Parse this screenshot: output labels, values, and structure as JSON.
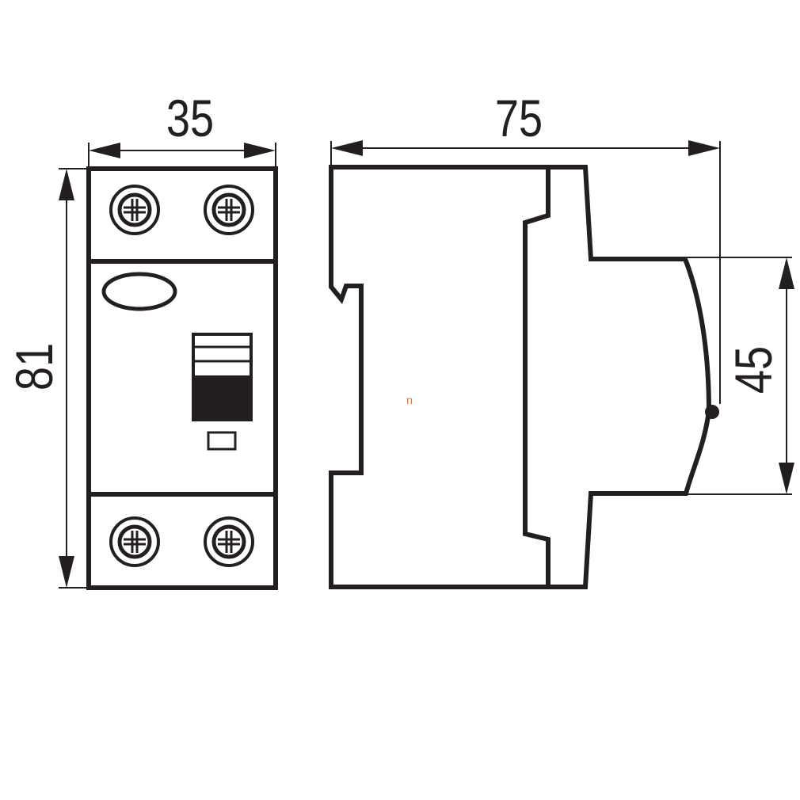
{
  "dimensions": {
    "front_width": "35",
    "front_height": "81",
    "side_depth": "75",
    "side_front_height": "45"
  },
  "marker": "n",
  "colors": {
    "line": "#231f20",
    "marker": "#e87722",
    "background": "#ffffff"
  }
}
